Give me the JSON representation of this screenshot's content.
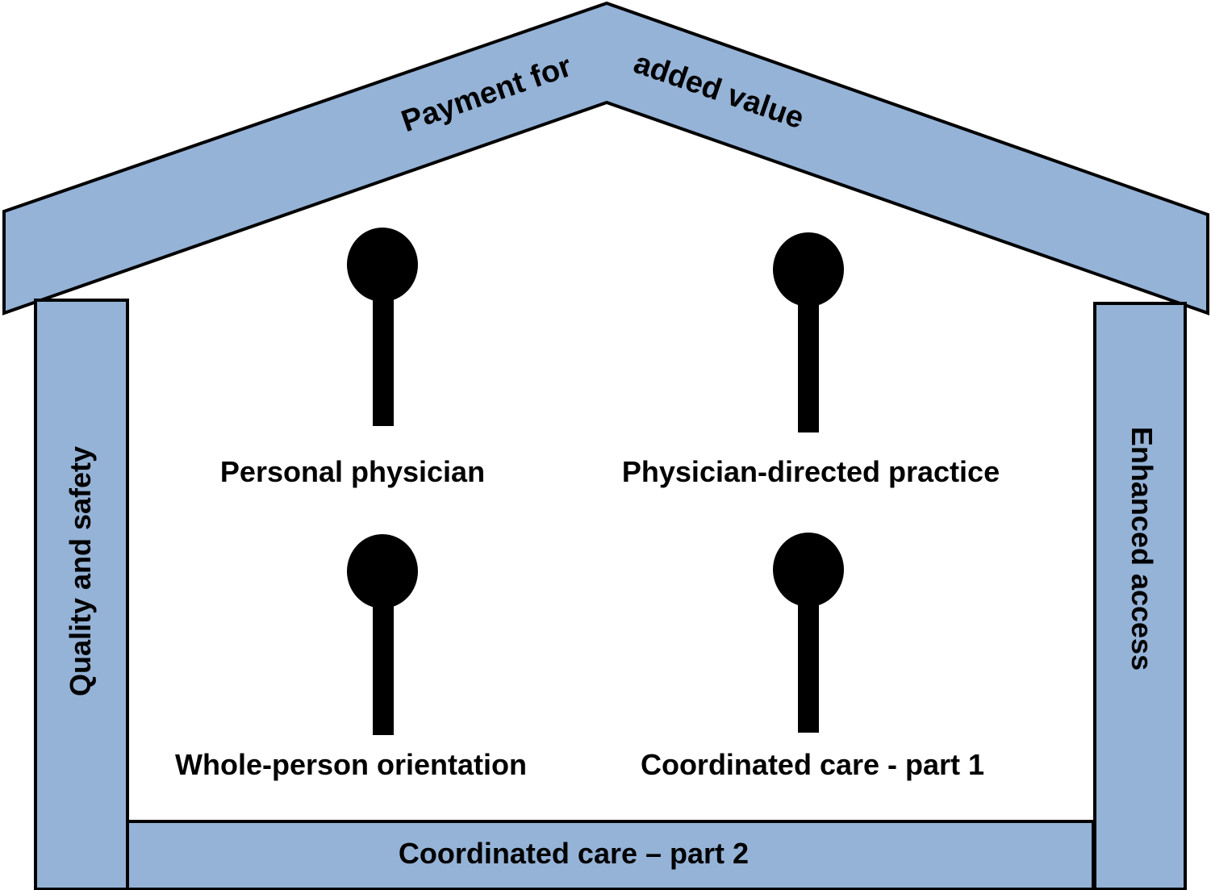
{
  "colors": {
    "structure_fill": "#95B3D7",
    "outline": "#000000",
    "pin": "#000000",
    "background": "#FFFFFF"
  },
  "roof": {
    "label_part1": "Payment for",
    "label_part2": "added value"
  },
  "left_wall": {
    "label": "Quality and safety"
  },
  "right_wall": {
    "label": "Enhanced access"
  },
  "floor": {
    "label": "Coordinated care – part 2"
  },
  "pillars": [
    {
      "label": "Personal physician",
      "icon": "pin-icon"
    },
    {
      "label": "Physician-directed practice",
      "icon": "pin-icon"
    },
    {
      "label": "Whole-person orientation",
      "icon": "pin-icon"
    },
    {
      "label": "Coordinated care - part 1",
      "icon": "pin-icon"
    }
  ]
}
